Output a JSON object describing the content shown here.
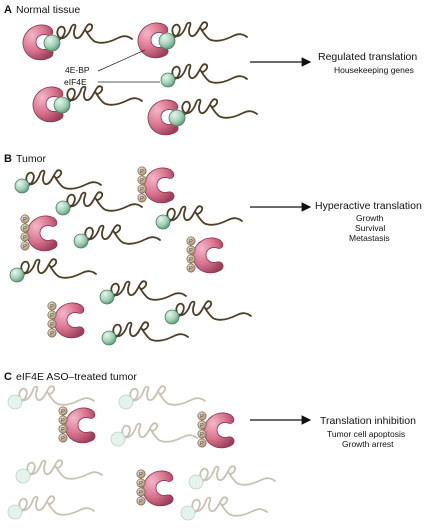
{
  "panels": [
    {
      "label": "A",
      "title": "Normal tissue",
      "outcome": {
        "title": "Regulated translation",
        "lines": [
          "Housekeeping genes"
        ]
      },
      "callouts": [
        "4E-BP",
        "eIF4E"
      ]
    },
    {
      "label": "B",
      "title": "Tumor",
      "outcome": {
        "title": "Hyperactive translation",
        "lines": [
          "Growth",
          "Survival",
          "Metastasis"
        ]
      }
    },
    {
      "label": "C",
      "title": "eIF4E ASO–treated tumor",
      "outcome": {
        "title": "Translation inhibition",
        "lines": [
          "Tumor cell apoptosis",
          "Growth arrest"
        ]
      }
    }
  ],
  "phospho_label": "P",
  "colors": {
    "bp_fill": "#d9738f",
    "bp_stroke": "#8a3550",
    "eif4e_fill": "#9fcfb6",
    "eif4e_stroke": "#4f7f64",
    "mrna": "#4a3f2a",
    "faded_fill": "#e6f3ec",
    "faded_stroke": "#b9d6c7",
    "faded_mrna": "#c8c2b6",
    "phospho_fill": "#c9b49a",
    "phospho_stroke": "#6e5b44"
  },
  "icons": [
    "4e-bp-shape",
    "eif4e-sphere",
    "mrna-strand",
    "phosphate-group",
    "arrow-right"
  ]
}
